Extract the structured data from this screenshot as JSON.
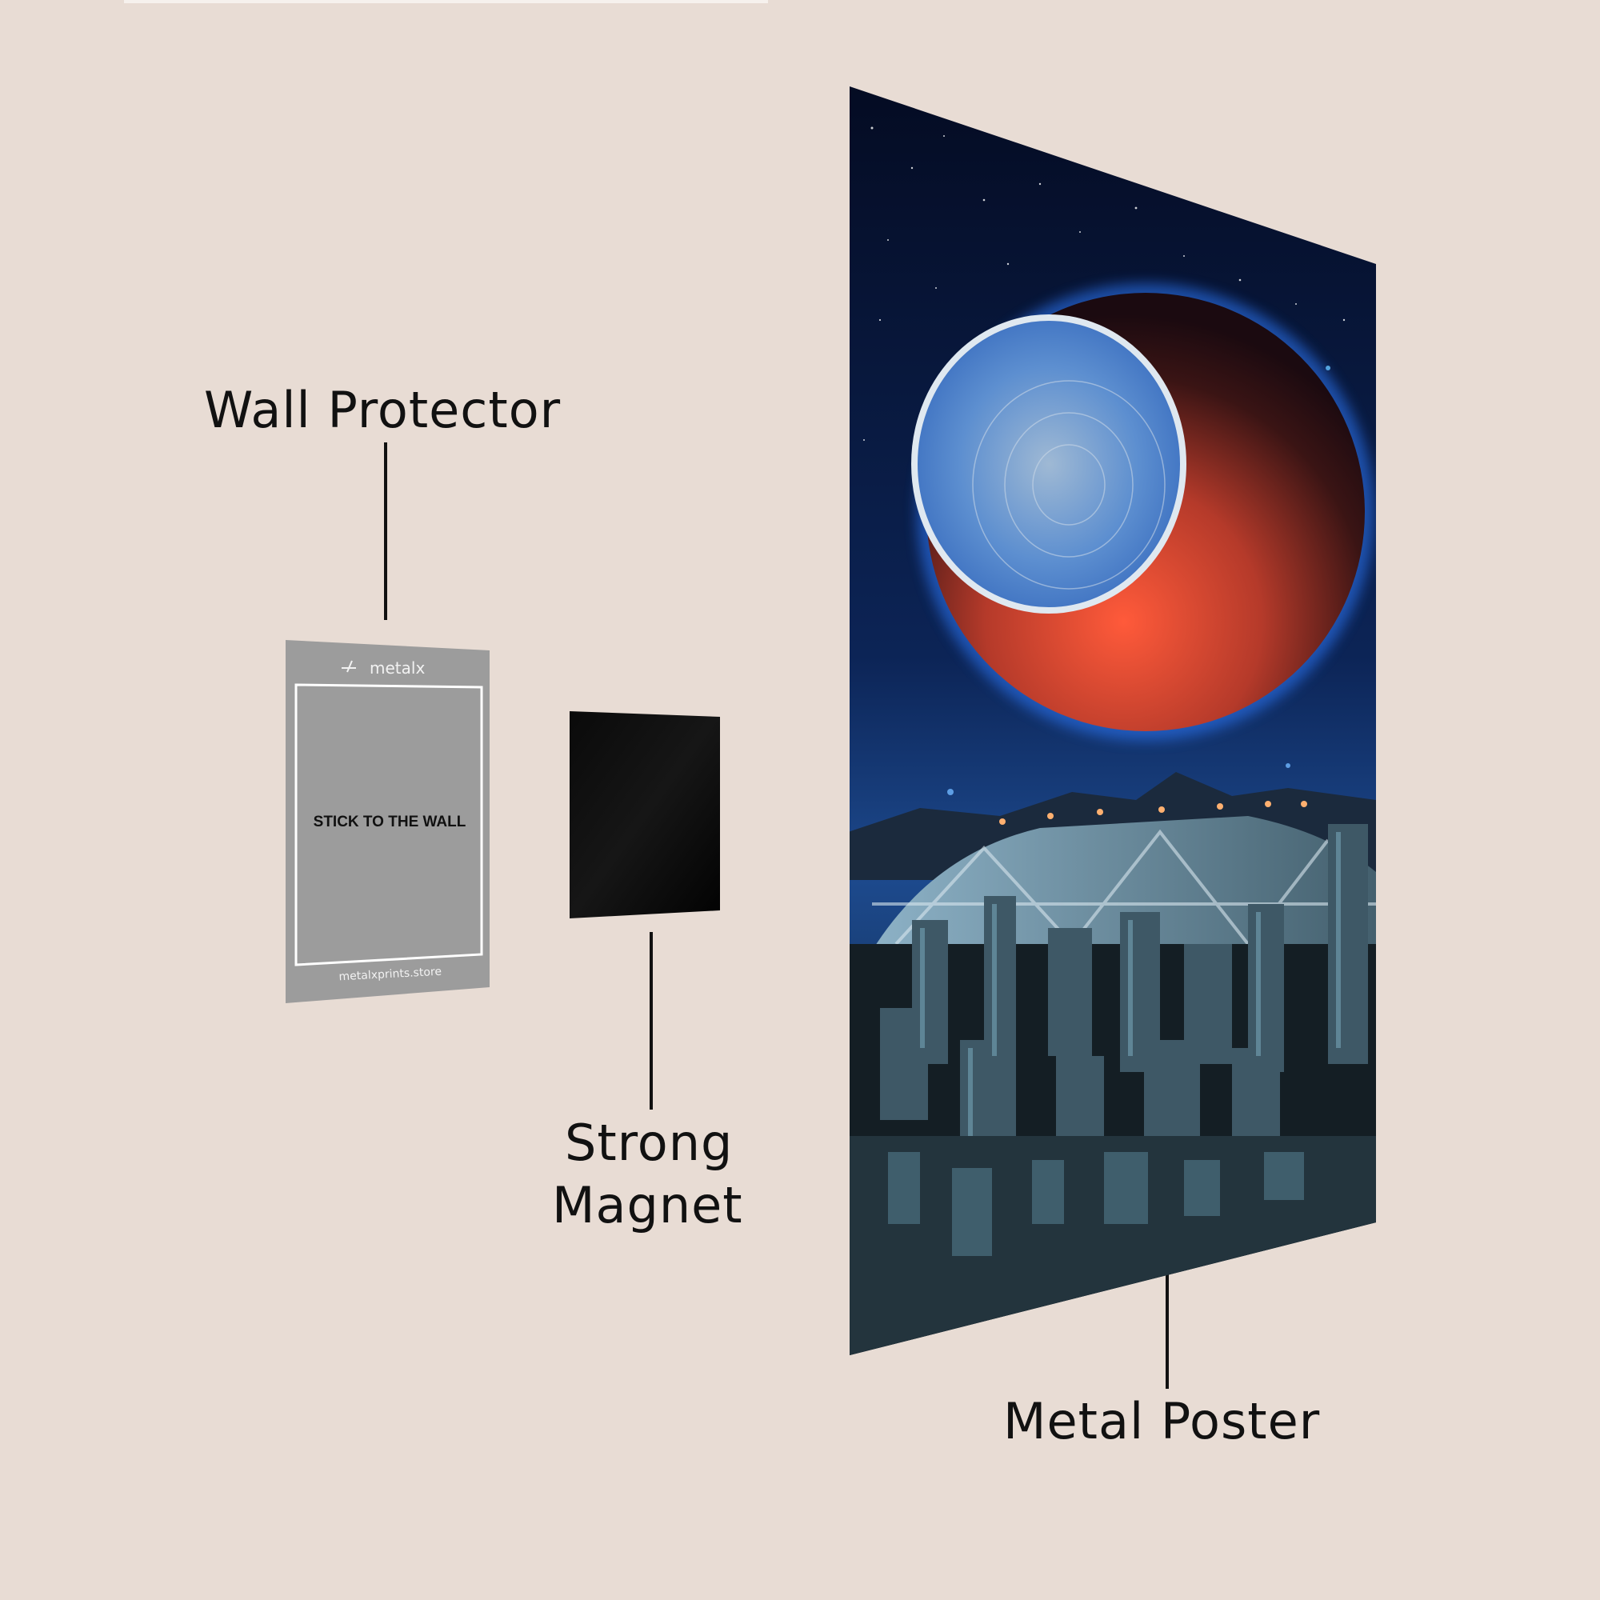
{
  "labels": {
    "wall_protector": "Wall Protector",
    "strong_magnet_line1": "Strong",
    "strong_magnet_line2": "Magnet",
    "metal_poster": "Metal Poster"
  },
  "wall_protector": {
    "brand": "metalx",
    "instruction": "STICK TO THE WALL",
    "website": "metalxprints.store",
    "color": "#9c9c9c"
  },
  "magnet": {
    "color": "#050505"
  },
  "poster": {
    "artwork": "planet-with-space-station-over-domed-city",
    "colors": {
      "sky": "#0a1a3a",
      "planet": "#c8412e",
      "station": "#5b8fd1",
      "city": "#2a3b46"
    }
  },
  "colors": {
    "background": "#e8dcd4",
    "text": "#111111"
  }
}
